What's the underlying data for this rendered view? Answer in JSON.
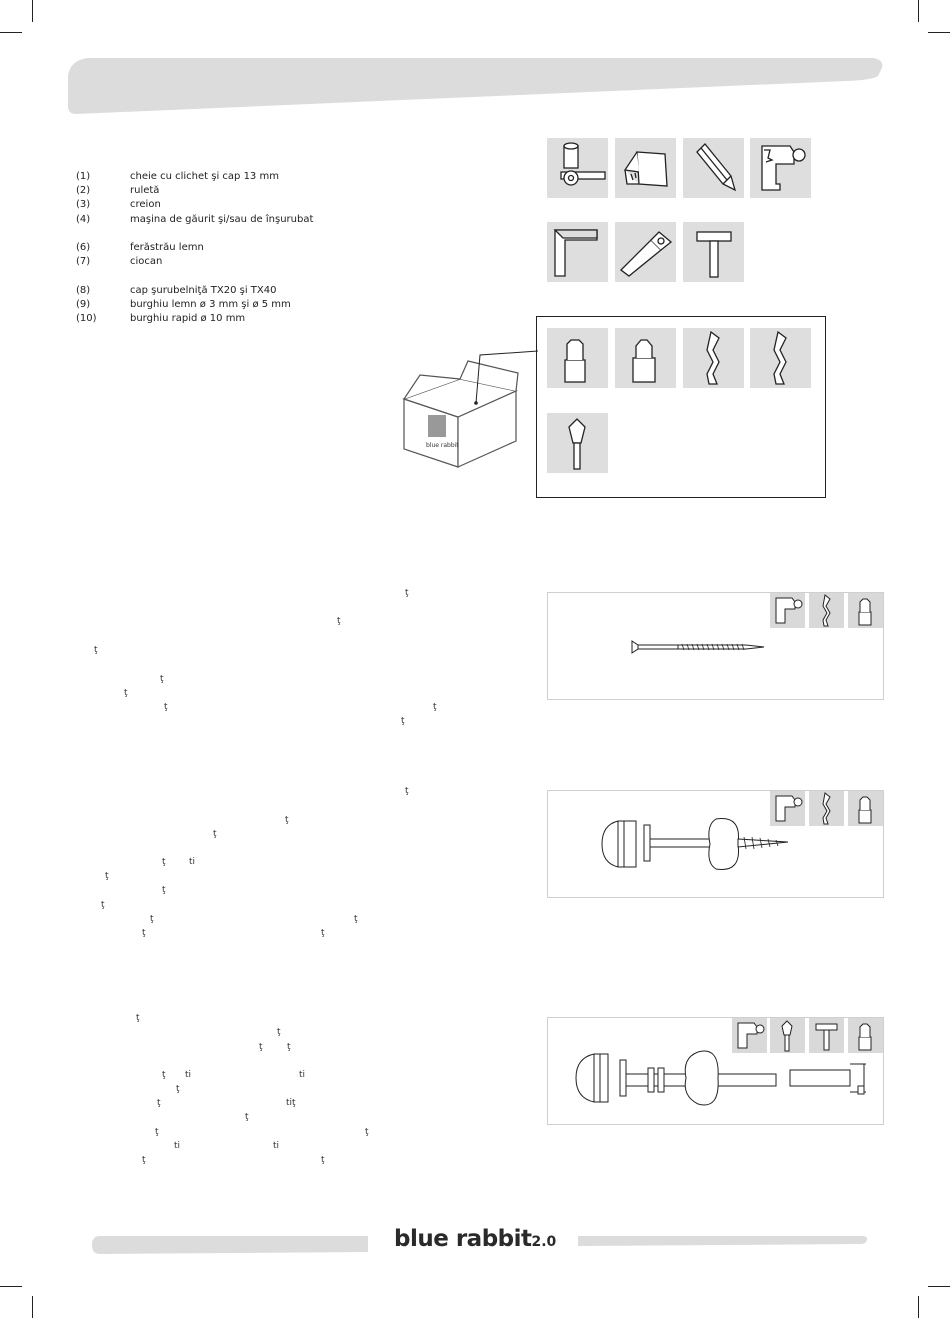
{
  "tools": [
    {
      "num": "(1)",
      "label": "cheie cu clichet şi cap 13 mm"
    },
    {
      "num": "(2)",
      "label": "ruletă"
    },
    {
      "num": "(3)",
      "label": "creion"
    },
    {
      "num": "(4)",
      "label": "maşina de găurit şi/sau de înşurubat"
    },
    {
      "num": "(6)",
      "label": "ferăstrău lemn"
    },
    {
      "num": "(7)",
      "label": "ciocan"
    },
    {
      "num": "(8)",
      "label": "cap şurubelniţă TX20 şi TX40"
    },
    {
      "num": "(9)",
      "label": "burghiu lemn ø 3 mm şi ø 5 mm"
    },
    {
      "num": "(10)",
      "label": "burghiu rapid ø 10 mm"
    }
  ],
  "box_label": "blue rabbit",
  "glyphs": {
    "t": "ţ",
    "ti": "ti",
    "tit": "tiţ"
  },
  "footer": {
    "brand": "blue rabbit",
    "version": "2.0"
  }
}
